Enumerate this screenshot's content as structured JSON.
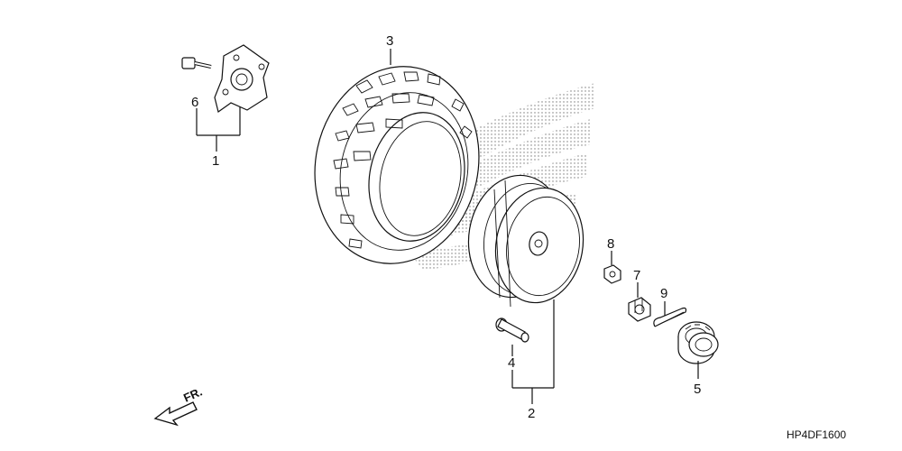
{
  "diagram": {
    "code": "HP4DF1600",
    "direction_label": "FR.",
    "callouts": {
      "hub": "1",
      "wheel": "2",
      "tire": "3",
      "valve": "4",
      "hub_assembly": "5",
      "bolt": "6",
      "nut_small": "8",
      "castle_nut": "7",
      "cotter_pin": "9"
    }
  }
}
